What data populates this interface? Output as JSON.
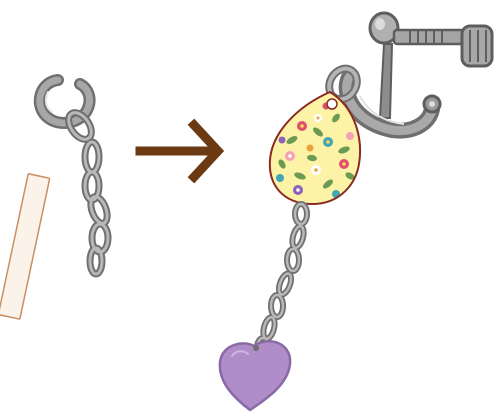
{
  "illustration": {
    "left_group": "chain-with-open-jump-ring-and-pliers-strip",
    "arrow": "right-arrow",
    "right_group": "clip-on-earring-with-floral-teardrop-charm-chain-and-heart"
  },
  "colors": {
    "background": "#ffffff",
    "metal": "#9a9a9a",
    "metal_dark": "#6f6f6f",
    "metal_light": "#d2d2d2",
    "arrow": "#6b3a12",
    "strip_fill": "#fbf3ea",
    "strip_stroke": "#c98e62",
    "charm_base": "#fdf3a6",
    "charm_outline": "#8a2a22",
    "heart_fill": "#b08cc9",
    "heart_outline": "#8a6aa6"
  }
}
